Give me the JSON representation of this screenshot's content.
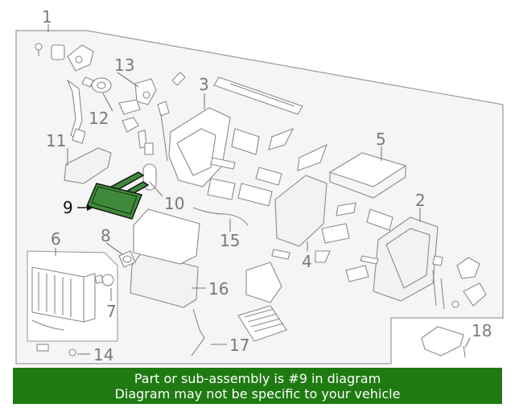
{
  "diagram": {
    "callouts": [
      "1",
      "2",
      "3",
      "4",
      "5",
      "6",
      "7",
      "8",
      "9",
      "10",
      "11",
      "12",
      "13",
      "14",
      "15",
      "16",
      "17",
      "18"
    ],
    "highlighted_callout": "9",
    "colors": {
      "highlight": "#3f8a3a",
      "banner": "#1f7a12",
      "line_art": "#8a8a8a",
      "panel": "#f5f5f5"
    }
  },
  "banner": {
    "line1": "Part or sub-assembly is #9 in diagram",
    "line2": "Diagram may not be specific to your vehicle"
  }
}
